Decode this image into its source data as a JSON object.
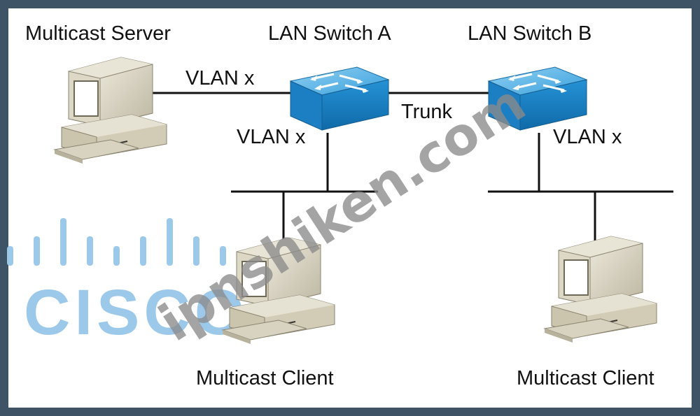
{
  "nodes": {
    "server_label": "Multicast Server",
    "switch_a_label": "LAN Switch A",
    "switch_b_label": "LAN Switch B",
    "client_left_label": "Multicast Client",
    "client_right_label": "Multicast Client"
  },
  "links": {
    "server_to_switch_a": "VLAN x",
    "switch_a_to_lan": "VLAN x",
    "trunk": "Trunk",
    "switch_b_to_lan": "VLAN x"
  },
  "watermarks": {
    "logo_text": "CISCO",
    "site_text": "ipnshiken.com"
  },
  "colors": {
    "switch_top": "#5fb3e3",
    "switch_side": "#1f84c8",
    "computer_body": "#dcd7c6",
    "screen": "#ffffff",
    "frame": "#3f5366",
    "logo": "#9cc8ea"
  }
}
